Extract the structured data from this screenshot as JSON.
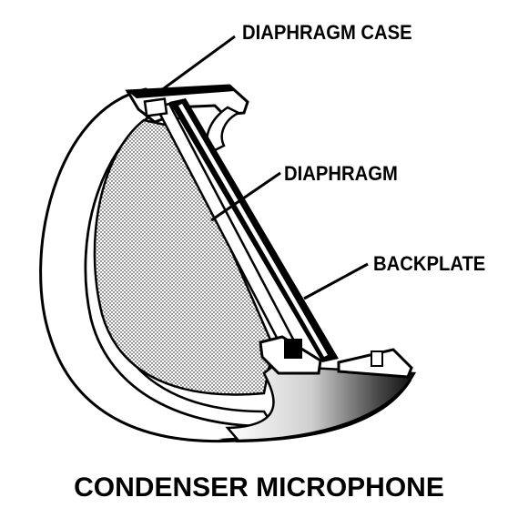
{
  "labels": {
    "diaphragm_case": "DIAPHRAGM CASE",
    "diaphragm": "DIAPHRAGM",
    "backplate": "BACKPLATE",
    "title": "CONDENSER MICROPHONE"
  },
  "colors": {
    "ink": "#000000",
    "paper": "#ffffff"
  }
}
